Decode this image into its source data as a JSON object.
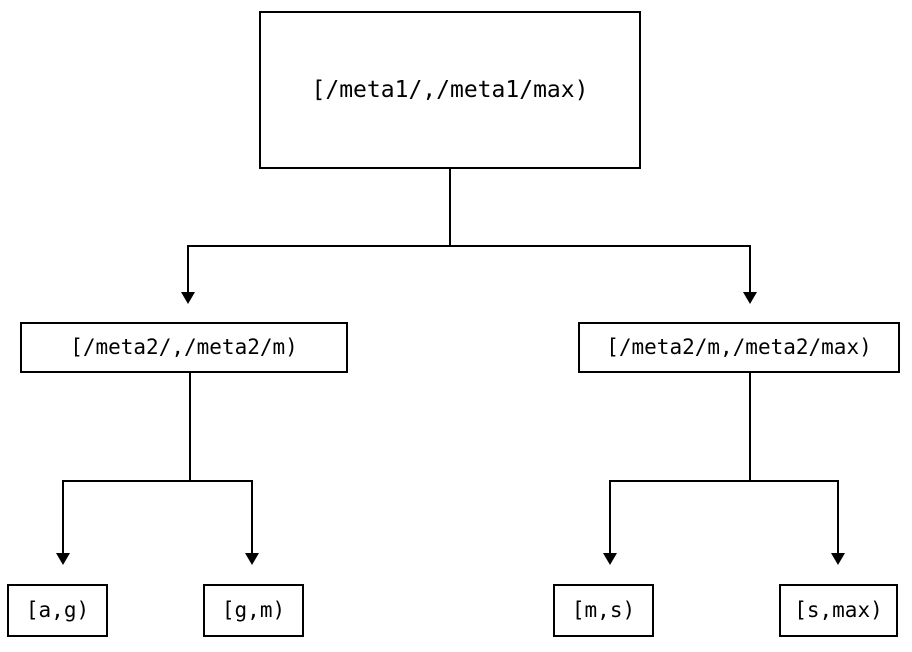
{
  "diagram": {
    "type": "tree",
    "title": "",
    "orientation": "top-down",
    "colors": {
      "background": "#ffffff",
      "stroke": "#000000",
      "text": "#000000",
      "node_fill": "#ffffff"
    },
    "nodes": {
      "root": {
        "label": "[/meta1/,/meta1/max)",
        "level": 0
      },
      "mid_left": {
        "label": "[/meta2/,/meta2/m)",
        "level": 1
      },
      "mid_right": {
        "label": "[/meta2/m,/meta2/max)",
        "level": 1
      },
      "leaf_ag": {
        "label": "[a,g)",
        "level": 2
      },
      "leaf_gm": {
        "label": "[g,m)",
        "level": 2
      },
      "leaf_ms": {
        "label": "[m,s)",
        "level": 2
      },
      "leaf_smax": {
        "label": "[s,max)",
        "level": 2
      }
    },
    "edges": [
      {
        "from": "root",
        "to": "mid_left",
        "arrow": "down"
      },
      {
        "from": "root",
        "to": "mid_right",
        "arrow": "down"
      },
      {
        "from": "mid_left",
        "to": "leaf_ag",
        "arrow": "down"
      },
      {
        "from": "mid_left",
        "to": "leaf_gm",
        "arrow": "down"
      },
      {
        "from": "mid_right",
        "to": "leaf_ms",
        "arrow": "down"
      },
      {
        "from": "mid_right",
        "to": "leaf_smax",
        "arrow": "down"
      }
    ]
  }
}
